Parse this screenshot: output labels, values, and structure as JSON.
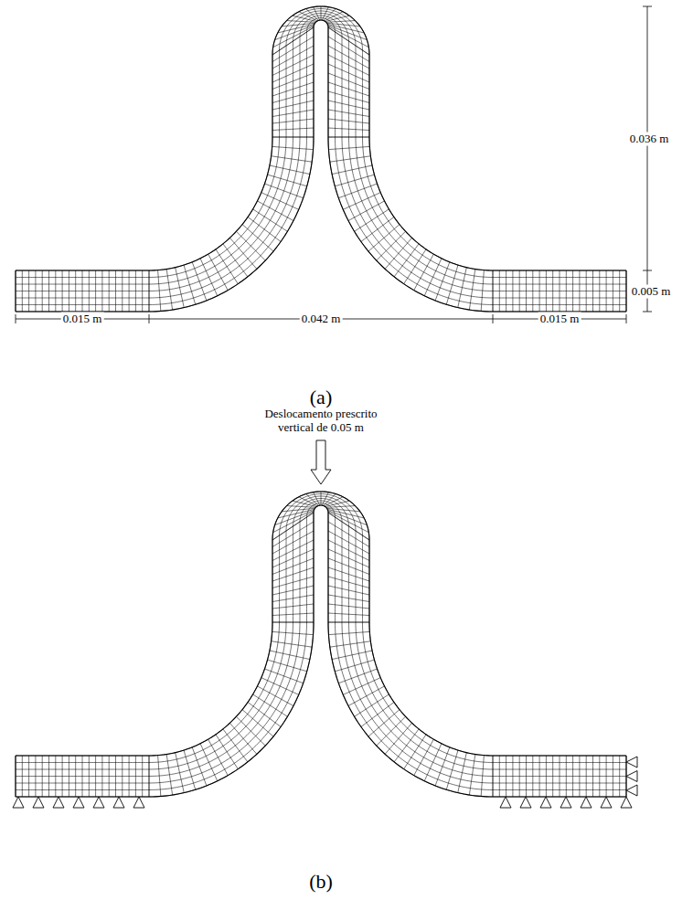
{
  "diagram": {
    "labels": [
      "0.036 m",
      "0.005 m",
      "0.015 m",
      "0.042 m",
      "0.015 m",
      "(a)",
      "Deslocamento prescrito vertical de 0.05 m",
      "(b)"
    ]
  }
}
